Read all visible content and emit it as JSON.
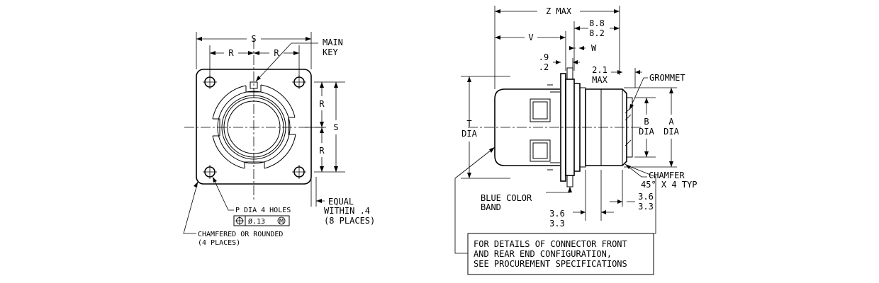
{
  "front_view": {
    "dim_s_top": "S",
    "dim_r_left": "R",
    "dim_r_right": "R",
    "main_key_line1": "MAIN",
    "main_key_line2": "KEY",
    "dim_r_upper": "R",
    "dim_r_lower": "R",
    "dim_s_right": "S",
    "p_dia_note": "P DIA 4 HOLES",
    "position_tolerance": "Ø.13",
    "mmc_symbol": "M",
    "equal_line1": "EQUAL",
    "equal_line2": "WITHIN .4",
    "equal_line3": "(8 PLACES)",
    "chamfer_line1": "CHAMFERED OR ROUNDED",
    "chamfer_line2": "(4 PLACES)"
  },
  "side_view": {
    "z_max": "Z MAX",
    "dim_8_8": "8.8",
    "dim_8_2": "8.2",
    "dim_v": "V",
    "dim_w": "W",
    "dim_0_9": ".9",
    "dim_0_2": ".2",
    "dim_2_1": "2.1",
    "dim_max": "MAX",
    "grommet": "GROMMET",
    "t_label": "T",
    "t_dia": "DIA",
    "b_label": "B",
    "b_dia": "DIA",
    "a_label": "A",
    "a_dia": "DIA",
    "chamfer_line1": "CHAMFER",
    "chamfer_line2": "45° X 4 TYP",
    "blue_band_line1": "BLUE COLOR",
    "blue_band_line2": "BAND",
    "dim_3_6_left": "3.6",
    "dim_3_3_left": "3.3",
    "dim_3_6_right": "3.6",
    "dim_3_3_right": "3.3"
  },
  "note_box": {
    "line1": "FOR DETAILS OF CONNECTOR FRONT",
    "line2": "AND REAR END CONFIGURATION,",
    "line3": "SEE PROCUREMENT SPECIFICATIONS"
  }
}
